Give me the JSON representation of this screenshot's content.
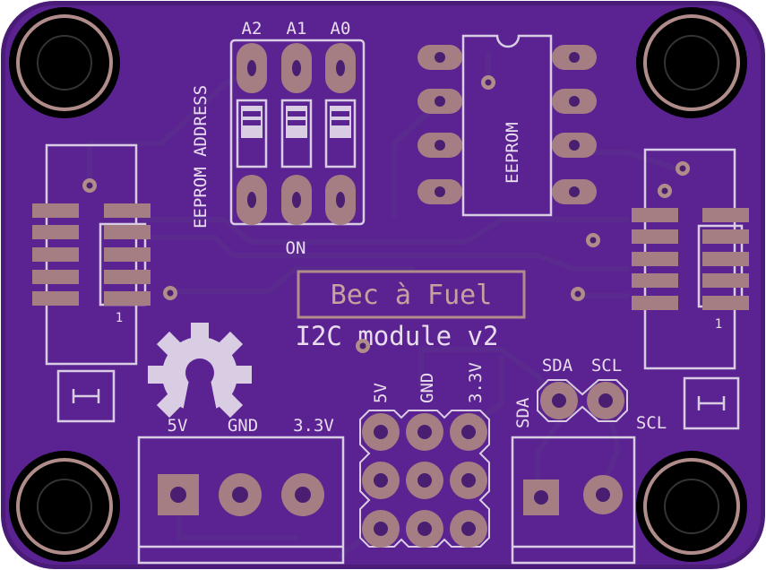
{
  "board": {
    "title": "Bec à Fuel",
    "subtitle": "I2C module v2"
  },
  "eeprom_address": {
    "label": "EEPROM ADDRESS",
    "jumpers": [
      "A2",
      "A1",
      "A0"
    ],
    "on_label": "ON"
  },
  "eeprom_chip": {
    "label": "EEPROM"
  },
  "left_connector": {
    "pin1_label": "1"
  },
  "right_connector": {
    "pin1_label": "1"
  },
  "power_terminal": {
    "labels": [
      "5V",
      "GND",
      "3.3V"
    ]
  },
  "header_3x3": {
    "labels": [
      "5V",
      "GND",
      "3.3V"
    ]
  },
  "i2c_pads": {
    "labels": [
      "SDA",
      "SCL"
    ]
  },
  "i2c_terminal": {
    "labels": [
      "SDA",
      "SCL"
    ]
  },
  "colors": {
    "board": "#5b2391",
    "board_edge": "#4a1c78",
    "copper": "#a47e82",
    "silkscreen": "#e8dcef",
    "hole": "#000000"
  }
}
